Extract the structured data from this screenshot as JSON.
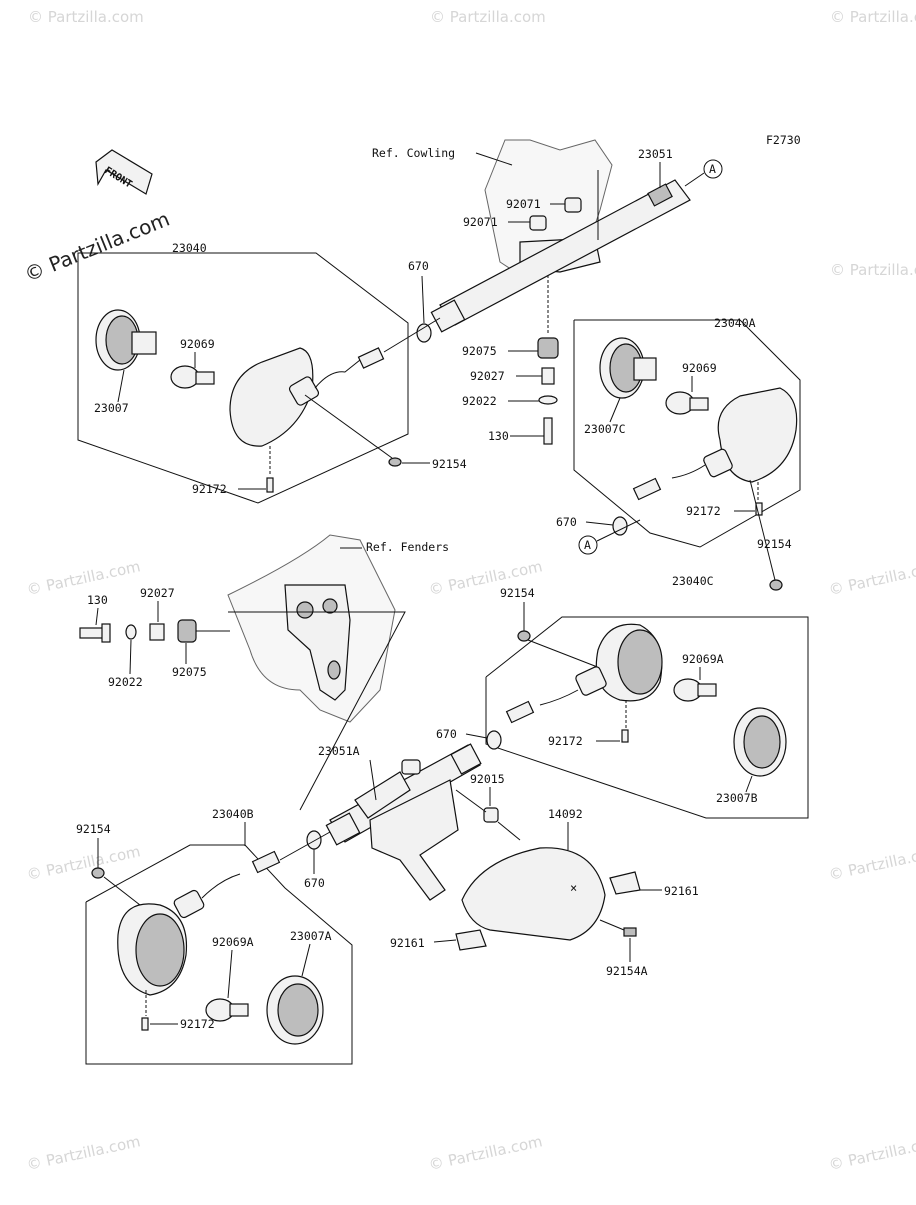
{
  "figure_code": "F2730",
  "watermark": "© Partzilla.com",
  "front_arrow_label": "FRONT",
  "refs": {
    "cowling": "Ref. Cowling",
    "fenders": "Ref. Fenders"
  },
  "circle_marker": "A",
  "labels": {
    "p23051": "23051",
    "p92071a": "92071",
    "p92071b": "92071",
    "p23040": "23040",
    "p670a": "670",
    "p92069a": "92069",
    "p23007": "23007",
    "p92075a": "92075",
    "p92027a": "92027",
    "p92022a": "92022",
    "p130a": "130",
    "p92154a": "92154",
    "p92172a": "92172",
    "p23040A": "23040A",
    "p92069b": "92069",
    "p23007C": "23007C",
    "p92172b": "92172",
    "p670b": "670",
    "p92154b": "92154",
    "p130b": "130",
    "p92027b": "92027",
    "p92022b": "92022",
    "p92075b": "92075",
    "p92154c": "92154",
    "p23040C": "23040C",
    "p92069A": "92069A",
    "p92172c": "92172",
    "p23007B": "23007B",
    "p670c": "670",
    "p23051A": "23051A",
    "p92015": "92015",
    "p14092": "14092",
    "p92154d": "92154",
    "p23040B": "23040B",
    "p92161a": "92161",
    "p670d": "670",
    "p92161b": "92161",
    "p92154A": "92154A",
    "p92069A2": "92069A",
    "p23007A": "23007A",
    "p92172d": "92172"
  }
}
